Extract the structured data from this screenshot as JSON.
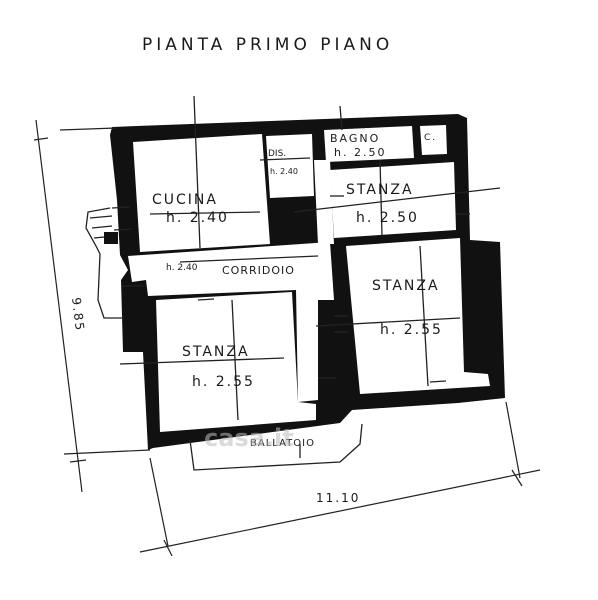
{
  "title": "PIANTA PRIMO PIANO",
  "rooms": {
    "cucina": {
      "name": "CUCINA",
      "height": "h. 2.40"
    },
    "bagno": {
      "name": "BAGNO",
      "height": "h. 2.50"
    },
    "dis": {
      "name": "DIS.",
      "height": "h. 2.40"
    },
    "stanza_ne": {
      "name": "STANZA",
      "height": "h. 2.50"
    },
    "stanza_e": {
      "name": "STANZA",
      "height": "h. 2.55"
    },
    "stanza_sw": {
      "name": "STANZA",
      "height": "h. 2.55"
    },
    "corridoio": {
      "name": "CORRIDOIO",
      "height": "h. 2.40"
    },
    "ballatoio": {
      "name": "BALLATOIO"
    },
    "small_c": {
      "name": "C."
    }
  },
  "dimensions": {
    "width": "11.10",
    "depth": "9.85"
  },
  "watermark": "casa.it",
  "colors": {
    "wall": "#111111",
    "line": "#222222",
    "background": "#ffffff"
  }
}
